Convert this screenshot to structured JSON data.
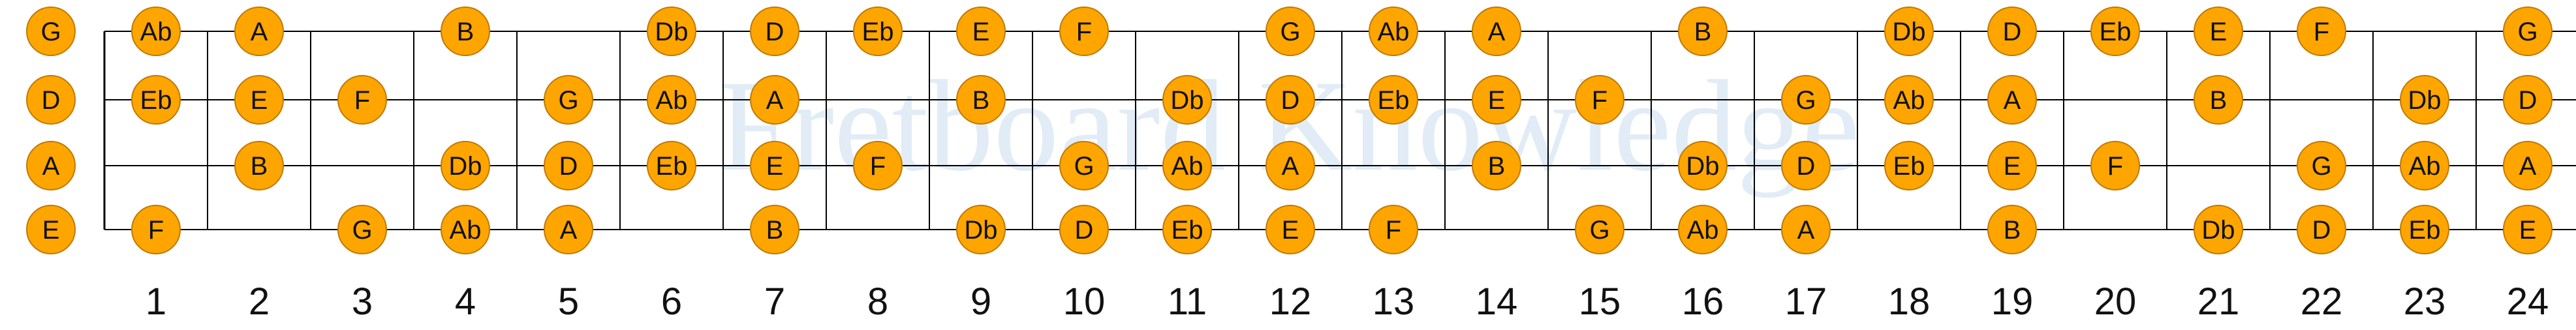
{
  "watermark": "Fretboard Knowledge",
  "colors": {
    "note_fill": "#FFA500",
    "note_stroke": "#c07a00",
    "line": "#000000",
    "watermark": "#c9dcef"
  },
  "fret_numbers": [
    "1",
    "2",
    "3",
    "4",
    "5",
    "6",
    "7",
    "8",
    "9",
    "10",
    "11",
    "12",
    "13",
    "14",
    "15",
    "16",
    "17",
    "18",
    "19",
    "20",
    "21",
    "22",
    "23",
    "24"
  ],
  "strings": [
    {
      "open": "G",
      "notes": [
        "Ab",
        "A",
        "",
        "B",
        "",
        "Db",
        "D",
        "Eb",
        "E",
        "F",
        "",
        "G",
        "Ab",
        "A",
        "",
        "B",
        "",
        "Db",
        "D",
        "Eb",
        "E",
        "F",
        "",
        "G"
      ]
    },
    {
      "open": "D",
      "notes": [
        "Eb",
        "E",
        "F",
        "",
        "G",
        "Ab",
        "A",
        "",
        "B",
        "",
        "Db",
        "D",
        "Eb",
        "E",
        "F",
        "",
        "G",
        "Ab",
        "A",
        "",
        "B",
        "",
        "Db",
        "D"
      ]
    },
    {
      "open": "A",
      "notes": [
        "",
        "B",
        "",
        "Db",
        "D",
        "Eb",
        "E",
        "F",
        "",
        "G",
        "Ab",
        "A",
        "",
        "B",
        "",
        "Db",
        "D",
        "Eb",
        "E",
        "F",
        "",
        "G",
        "Ab",
        "A"
      ]
    },
    {
      "open": "E",
      "notes": [
        "F",
        "",
        "G",
        "Ab",
        "A",
        "",
        "B",
        "",
        "Db",
        "D",
        "Eb",
        "E",
        "F",
        "",
        "G",
        "Ab",
        "A",
        "",
        "B",
        "",
        "Db",
        "D",
        "Eb",
        "E"
      ]
    }
  ]
}
